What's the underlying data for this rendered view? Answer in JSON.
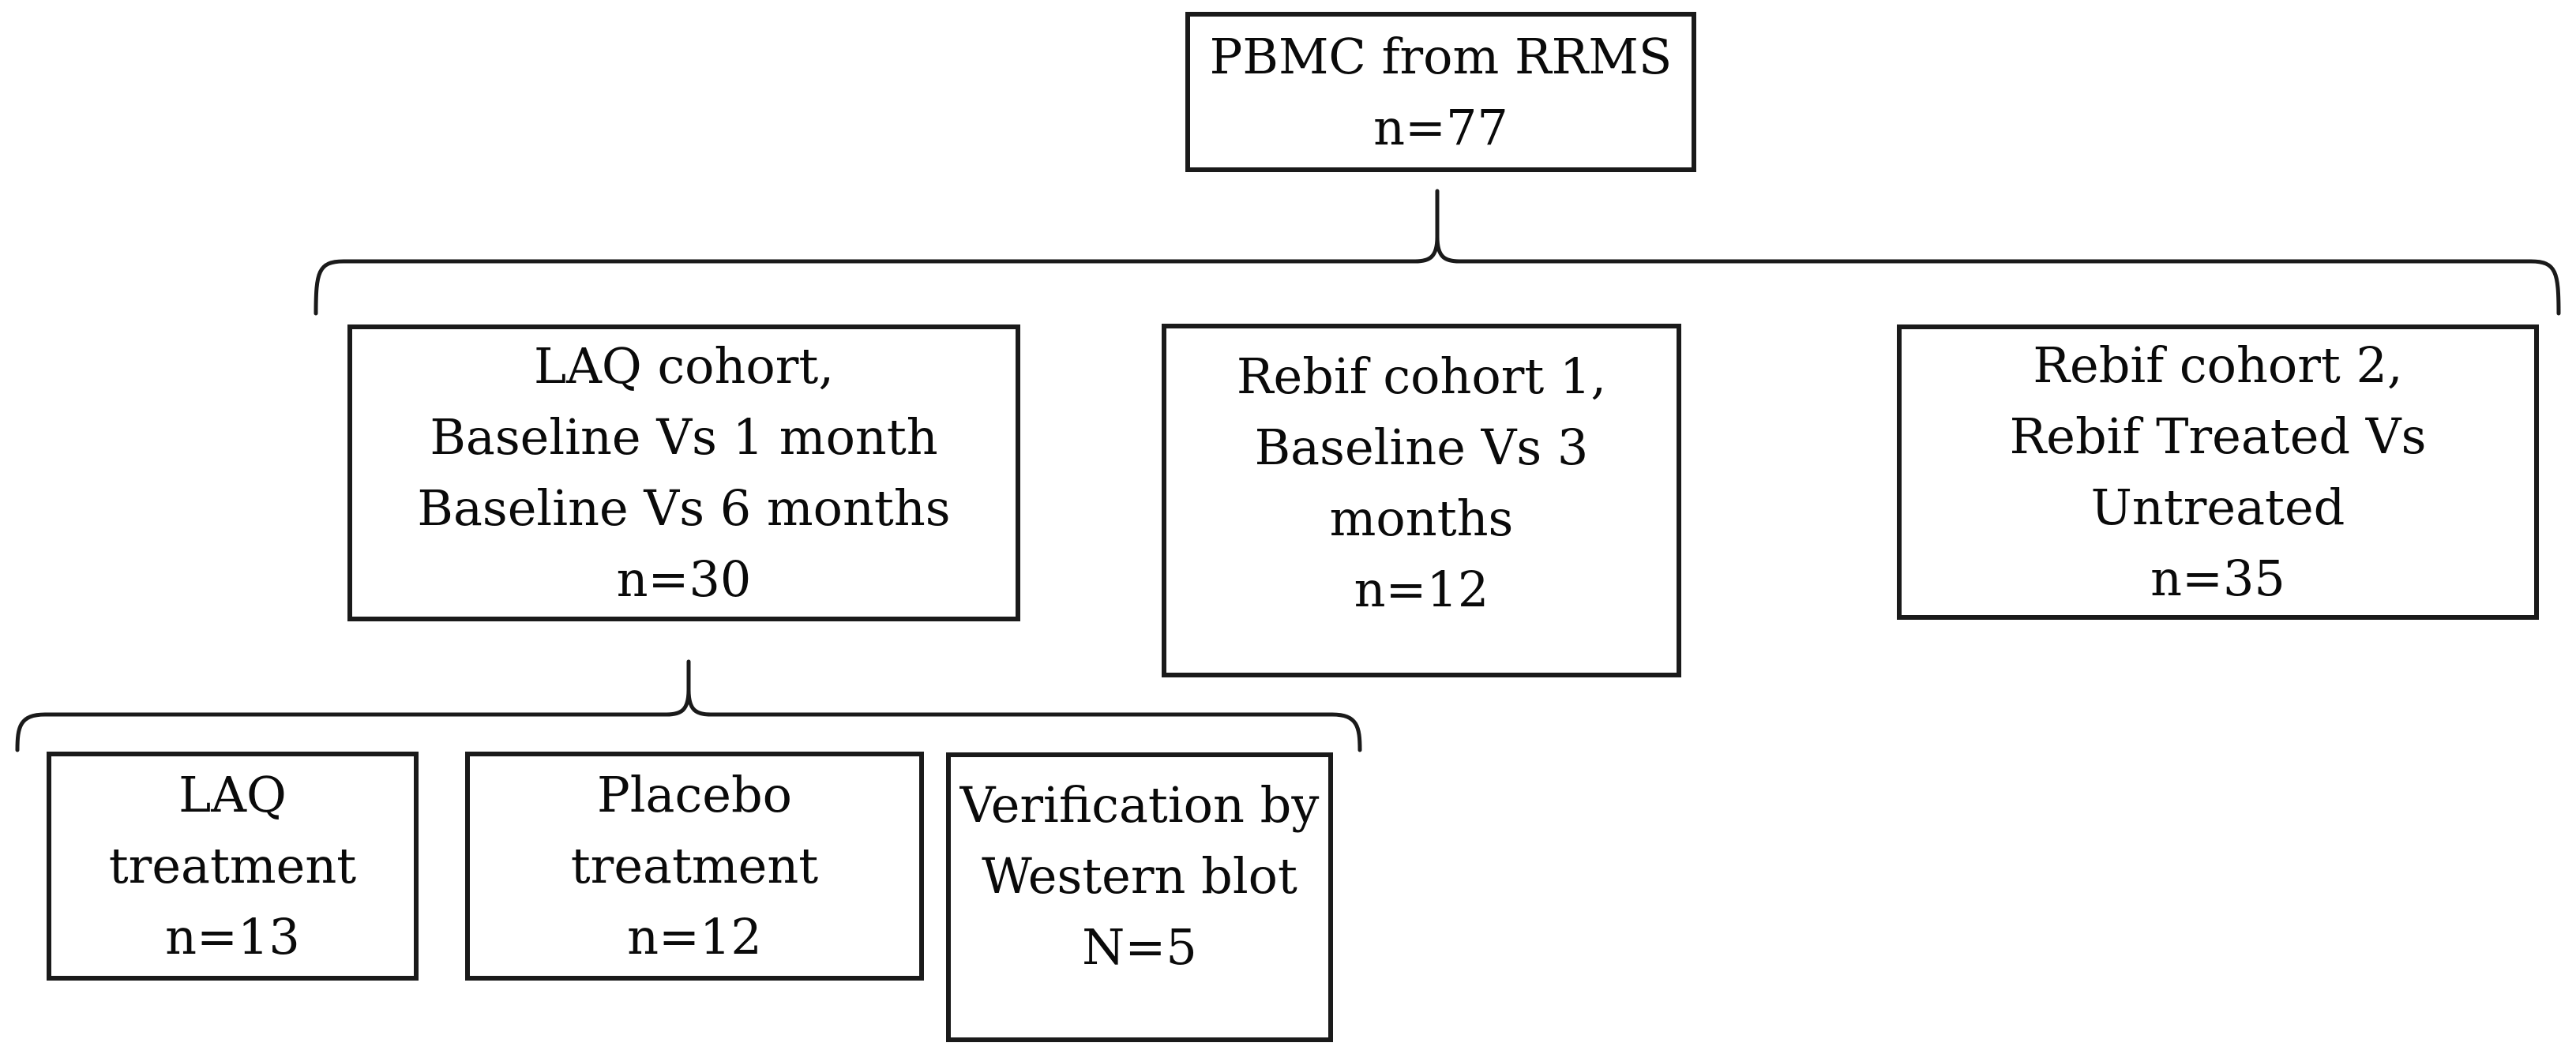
{
  "figure": {
    "colors": {
      "background": "#ffffff",
      "line": "#1a1a1a",
      "text": "#0a0a0a"
    },
    "root": {
      "lines": [
        "PBMC from RRMS",
        "n=77"
      ]
    },
    "cohorts": [
      {
        "lines": [
          "LAQ cohort,",
          "Baseline Vs 1 month",
          "Baseline Vs 6 months",
          "n=30"
        ]
      },
      {
        "lines": [
          "Rebif cohort 1,",
          "Baseline Vs 3",
          "months",
          "n=12"
        ]
      },
      {
        "lines": [
          "Rebif cohort 2,",
          "Rebif Treated Vs",
          "Untreated",
          "n=35"
        ]
      }
    ],
    "subgroups": [
      {
        "lines": [
          "LAQ",
          "treatment",
          "n=13"
        ]
      },
      {
        "lines": [
          "Placebo",
          "treatment",
          "n=12"
        ]
      },
      {
        "lines": [
          "Verification by",
          "Western blot",
          "N=5"
        ]
      }
    ]
  }
}
